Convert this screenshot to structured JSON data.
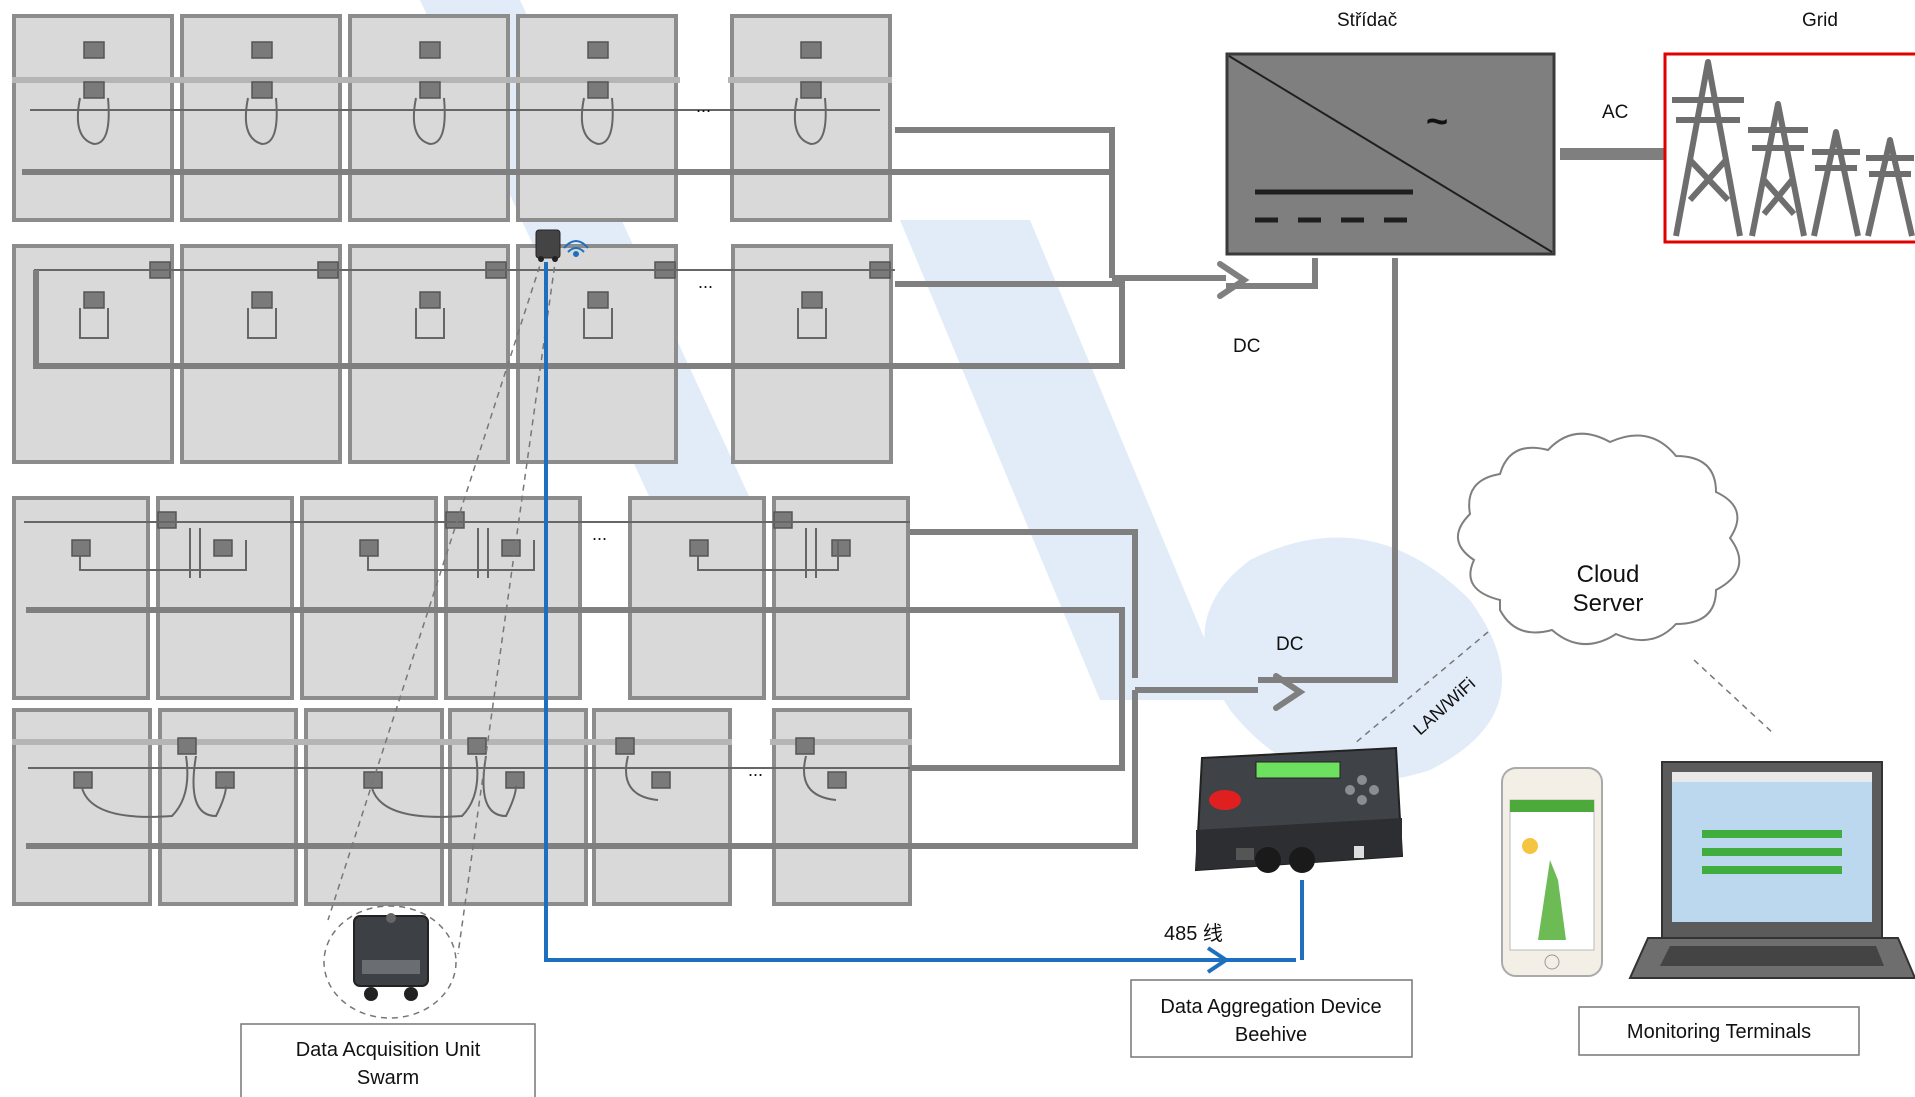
{
  "labels": {
    "inverter": "Střídač",
    "grid": "Grid",
    "ac": "AC",
    "dc_upper": "DC",
    "dc_lower": "DC",
    "inverter_symbol": "~",
    "cloud_line1": "Cloud",
    "cloud_line2": "Server",
    "lan_wifi": "LAN/WiFi",
    "bus_485": "485 线",
    "ellipsis": "..."
  },
  "boxes": {
    "acquisition_line1": "Data Acquisition Unit",
    "acquisition_line2": "Swarm",
    "aggregation_line1": "Data Aggregation Device",
    "aggregation_line2": "Beehive",
    "monitoring": "Monitoring Terminals"
  },
  "colors": {
    "panel_fill": "#d9d9d9",
    "panel_border": "#8c8c8c",
    "cable": "#7f7f7f",
    "rs485": "#1f6fbf",
    "grid_border": "#e00000",
    "watermark": "#cfdff5"
  }
}
